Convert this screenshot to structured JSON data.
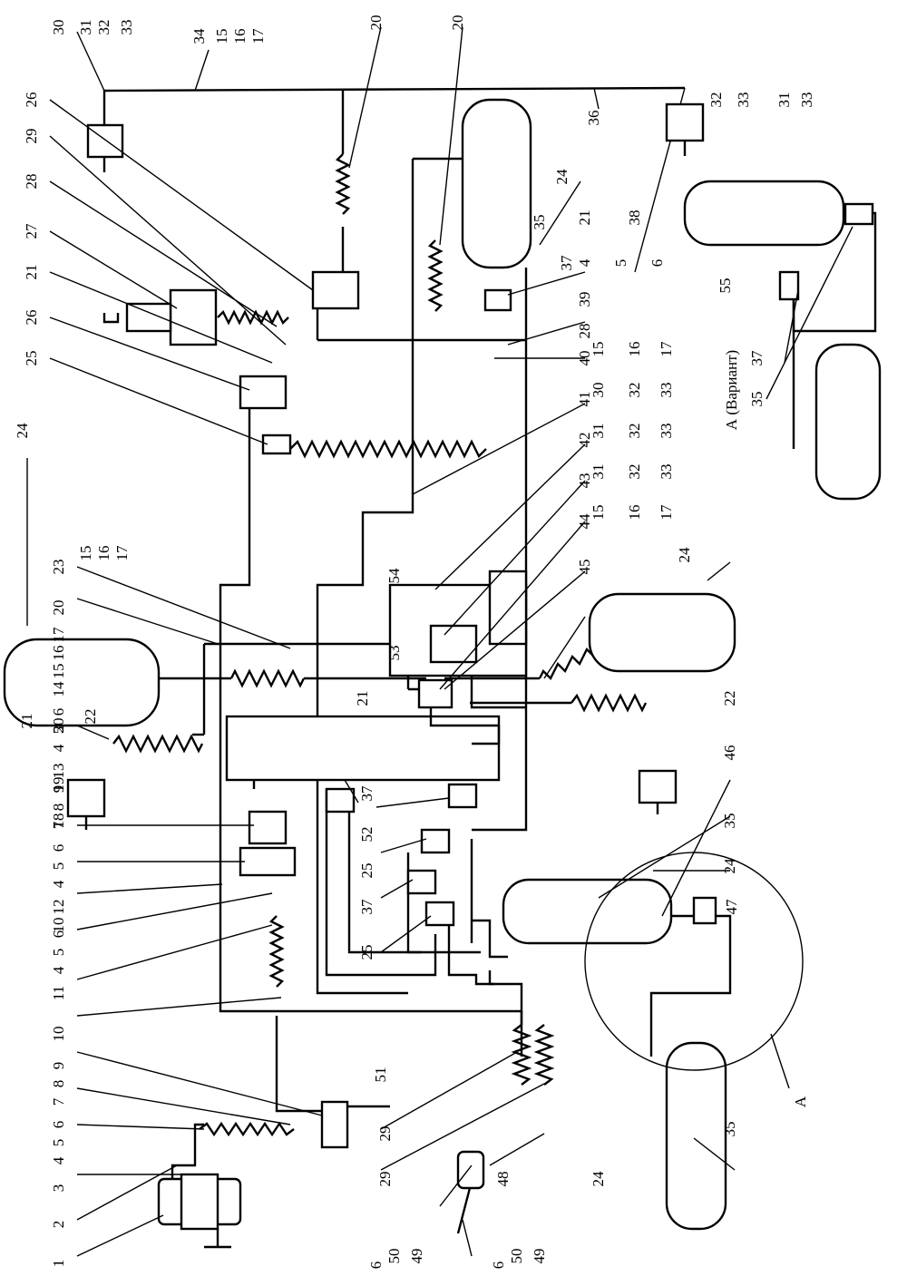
{
  "variant_label": "А (Вариант)",
  "detail_label": "А",
  "callouts": [
    {
      "id": "c01",
      "label": "1"
    },
    {
      "id": "c02",
      "label": "2"
    },
    {
      "id": "c03",
      "label": "3"
    },
    {
      "id": "c03a",
      "label": "4"
    },
    {
      "id": "c03b",
      "label": "5"
    },
    {
      "id": "c03c",
      "label": "6"
    },
    {
      "id": "c07",
      "label": "7"
    },
    {
      "id": "c07a",
      "label": "8"
    },
    {
      "id": "c07b",
      "label": "9"
    },
    {
      "id": "c10",
      "label": "10"
    },
    {
      "id": "c11",
      "label": "11"
    },
    {
      "id": "c11a",
      "label": "4"
    },
    {
      "id": "c11b",
      "label": "5"
    },
    {
      "id": "c11c",
      "label": "6"
    },
    {
      "id": "c10b",
      "label": "10"
    },
    {
      "id": "c12",
      "label": "12"
    },
    {
      "id": "c12a",
      "label": "4"
    },
    {
      "id": "c12b",
      "label": "5"
    },
    {
      "id": "c12c",
      "label": "6"
    },
    {
      "id": "c07c",
      "label": "7"
    },
    {
      "id": "c07d",
      "label": "8"
    },
    {
      "id": "c07e",
      "label": "9"
    },
    {
      "id": "c13",
      "label": "13"
    },
    {
      "id": "c13a",
      "label": "4"
    },
    {
      "id": "c13b",
      "label": "5"
    },
    {
      "id": "c13c",
      "label": "6"
    },
    {
      "id": "c14",
      "label": "14"
    },
    {
      "id": "c14a",
      "label": "15"
    },
    {
      "id": "c14b",
      "label": "16"
    },
    {
      "id": "c14c",
      "label": "17"
    },
    {
      "id": "c18",
      "label": "18"
    },
    {
      "id": "c19",
      "label": "19"
    },
    {
      "id": "c20",
      "label": "20"
    },
    {
      "id": "c21",
      "label": "21"
    },
    {
      "id": "c22",
      "label": "22"
    },
    {
      "id": "c20b",
      "label": "20"
    },
    {
      "id": "c23",
      "label": "23"
    },
    {
      "id": "c23a",
      "label": "15"
    },
    {
      "id": "c23b",
      "label": "16"
    },
    {
      "id": "c23c",
      "label": "17"
    },
    {
      "id": "c24",
      "label": "24"
    },
    {
      "id": "c25",
      "label": "25"
    },
    {
      "id": "c26",
      "label": "26"
    },
    {
      "id": "c21b",
      "label": "21"
    },
    {
      "id": "c27",
      "label": "27"
    },
    {
      "id": "c28",
      "label": "28"
    },
    {
      "id": "c29",
      "label": "29"
    },
    {
      "id": "c26b",
      "label": "26"
    },
    {
      "id": "c30",
      "label": "30"
    },
    {
      "id": "c30a",
      "label": "31"
    },
    {
      "id": "c30b",
      "label": "32"
    },
    {
      "id": "c30c",
      "label": "33"
    },
    {
      "id": "c34",
      "label": "34"
    },
    {
      "id": "c34a",
      "label": "15"
    },
    {
      "id": "c34b",
      "label": "16"
    },
    {
      "id": "c34c",
      "label": "17"
    },
    {
      "id": "c20c",
      "label": "20"
    },
    {
      "id": "c20d",
      "label": "20"
    },
    {
      "id": "c35",
      "label": "35"
    },
    {
      "id": "c36",
      "label": "36"
    },
    {
      "id": "c24b",
      "label": "24"
    },
    {
      "id": "c21c",
      "label": "21"
    },
    {
      "id": "c38",
      "label": "38"
    },
    {
      "id": "c37",
      "label": "37"
    },
    {
      "id": "c37a",
      "label": "4"
    },
    {
      "id": "c37b",
      "label": "5"
    },
    {
      "id": "c37c",
      "label": "6"
    },
    {
      "id": "c39",
      "label": "39"
    },
    {
      "id": "c28b",
      "label": "28"
    },
    {
      "id": "c32t",
      "label": "32"
    },
    {
      "id": "c33t",
      "label": "33"
    },
    {
      "id": "c31t",
      "label": "31"
    },
    {
      "id": "c33t2",
      "label": "33"
    },
    {
      "id": "c55",
      "label": "55"
    },
    {
      "id": "c37v",
      "label": "37"
    },
    {
      "id": "c35v",
      "label": "35"
    },
    {
      "id": "c40",
      "label": "40"
    },
    {
      "id": "c40a",
      "label": "15"
    },
    {
      "id": "c40b",
      "label": "16"
    },
    {
      "id": "c40c",
      "label": "17"
    },
    {
      "id": "c41",
      "label": "41"
    },
    {
      "id": "c41a",
      "label": "30"
    },
    {
      "id": "c41b",
      "label": "32"
    },
    {
      "id": "c41c",
      "label": "33"
    },
    {
      "id": "c42",
      "label": "42"
    },
    {
      "id": "c42a",
      "label": "31"
    },
    {
      "id": "c42b",
      "label": "32"
    },
    {
      "id": "c42c",
      "label": "33"
    },
    {
      "id": "c43",
      "label": "43"
    },
    {
      "id": "c43a",
      "label": "31"
    },
    {
      "id": "c43b",
      "label": "32"
    },
    {
      "id": "c43c",
      "label": "33"
    },
    {
      "id": "c44",
      "label": "44"
    },
    {
      "id": "c44a",
      "label": "15"
    },
    {
      "id": "c44b",
      "label": "16"
    },
    {
      "id": "c44c",
      "label": "17"
    },
    {
      "id": "c45",
      "label": "45"
    },
    {
      "id": "c54",
      "label": "54"
    },
    {
      "id": "c53",
      "label": "53"
    },
    {
      "id": "c21d",
      "label": "21"
    },
    {
      "id": "c24c",
      "label": "24"
    },
    {
      "id": "c22b",
      "label": "22"
    },
    {
      "id": "c46",
      "label": "46"
    },
    {
      "id": "c35b",
      "label": "35"
    },
    {
      "id": "c24d",
      "label": "24"
    },
    {
      "id": "c47",
      "label": "47"
    },
    {
      "id": "c37d",
      "label": "37"
    },
    {
      "id": "c52",
      "label": "52"
    },
    {
      "id": "c25b",
      "label": "25"
    },
    {
      "id": "c37e",
      "label": "37"
    },
    {
      "id": "c25c",
      "label": "25"
    },
    {
      "id": "c51",
      "label": "51"
    },
    {
      "id": "c29b",
      "label": "29"
    },
    {
      "id": "c29c",
      "label": "29"
    },
    {
      "id": "c48",
      "label": "48"
    },
    {
      "id": "c06a",
      "label": "6"
    },
    {
      "id": "c50a",
      "label": "50"
    },
    {
      "id": "c49a",
      "label": "49"
    },
    {
      "id": "c06b",
      "label": "6"
    },
    {
      "id": "c50b",
      "label": "50"
    },
    {
      "id": "c49b",
      "label": "49"
    },
    {
      "id": "c35c",
      "label": "35"
    },
    {
      "id": "c24e",
      "label": "24"
    }
  ]
}
